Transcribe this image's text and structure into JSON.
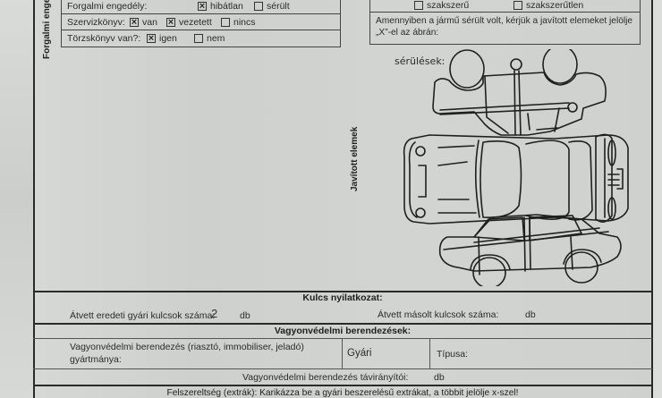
{
  "document": {
    "side_labels": {
      "left_section": "Forgalmi enge",
      "middle_section": "Javított elemek"
    },
    "registration_table": {
      "rows": [
        {
          "label": "Forgalmi engedély:",
          "options": [
            {
              "label": "hibátlan",
              "checked": true
            },
            {
              "label": "sérült",
              "checked": false
            }
          ]
        },
        {
          "label": "Szervizkönyv:",
          "options": [
            {
              "label": "van",
              "checked": true
            },
            {
              "label": "vezetett",
              "checked": true
            },
            {
              "label": "nincs",
              "checked": false
            }
          ]
        },
        {
          "label": "Törzskönyv van?:",
          "options": [
            {
              "label": "igen",
              "checked": true
            },
            {
              "label": "nem",
              "checked": false
            }
          ]
        }
      ]
    },
    "repair_box": {
      "options": [
        {
          "label": "szakszerű",
          "checked": false
        },
        {
          "label": "szakszerűtlen",
          "checked": false
        }
      ],
      "instruction": "Amennyiben a jármű sérült volt, kérjük a javított elemeket jelölje",
      "instruction_line2": "„X”-el az ábrán:"
    },
    "diagram": {
      "damage_label": "sérülések:",
      "icon": "car-diagram-icon"
    },
    "keys_section": {
      "header": "Kulcs nyilatkozat:",
      "original_keys_label": "Átvett eredeti gyári kulcsok száma:",
      "original_keys_value": "2",
      "original_keys_unit": "db",
      "copied_keys_label": "Átvett másolt kulcsok száma:",
      "copied_keys_value": "",
      "copied_keys_unit": "db"
    },
    "security_section": {
      "header": "Vagyonvédelmi berendezések:",
      "make_label_line1": "Vagyonvédelmi berendezés (riasztó, immobiliser, jeladó)",
      "make_label_line2": "gyártmánya:",
      "make_value": "Gyári",
      "type_label": "Típusa:",
      "type_value": "",
      "remotes_label": "Vagyonvédelmi berendezés távirányítói:",
      "remotes_value": "",
      "remotes_unit": "db"
    },
    "extras_section": {
      "header": "Felszereltség (extrák): Karikázza be a gyári beszerelésű extrákat, a többit jelölje x-szel!"
    }
  }
}
